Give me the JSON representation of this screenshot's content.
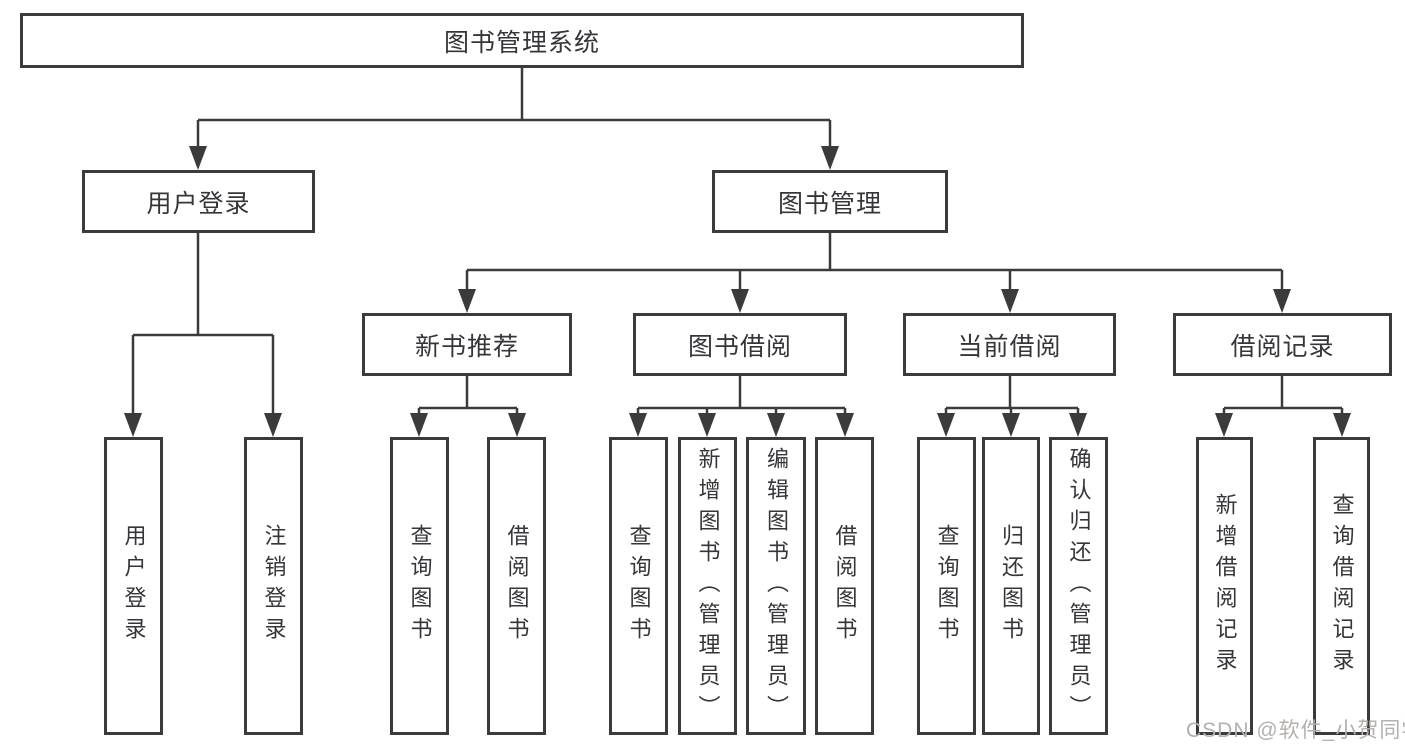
{
  "colors": {
    "background": "#ffffff",
    "line": "#3b3b3b",
    "box_border": "#3b3b3b",
    "box_fill": "#ffffff",
    "text": "#36363a",
    "watermark": "#b3b0ae"
  },
  "tree": {
    "label": "图书管理系统",
    "children": [
      {
        "label": "用户登录",
        "children": [
          {
            "label": "用户登录"
          },
          {
            "label": "注销登录"
          }
        ]
      },
      {
        "label": "图书管理",
        "children": [
          {
            "label": "新书推荐",
            "children": [
              {
                "label": "查询图书"
              },
              {
                "label": "借阅图书"
              }
            ]
          },
          {
            "label": "图书借阅",
            "children": [
              {
                "label": "查询图书"
              },
              {
                "label": "新增图书（管理员）"
              },
              {
                "label": "编辑图书（管理员）"
              },
              {
                "label": "借阅图书"
              }
            ]
          },
          {
            "label": "当前借阅",
            "children": [
              {
                "label": "查询图书"
              },
              {
                "label": "归还图书"
              },
              {
                "label": "确认归还（管理员）"
              }
            ]
          },
          {
            "label": "借阅记录",
            "children": [
              {
                "label": "新增借阅记录"
              },
              {
                "label": "查询借阅记录"
              }
            ]
          }
        ]
      }
    ]
  },
  "watermark": {
    "text": "CSDN @软件_小贺同学"
  }
}
